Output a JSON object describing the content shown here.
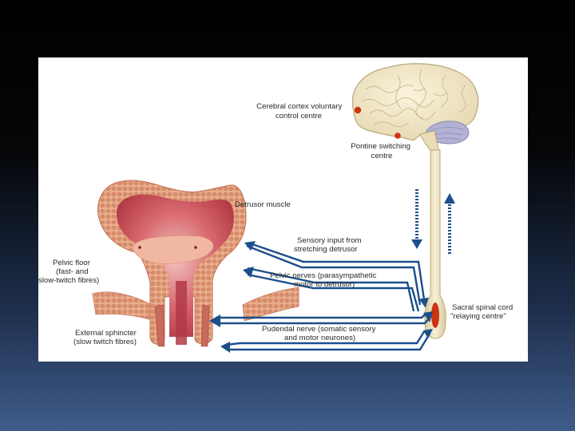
{
  "labels": {
    "cortex": [
      "Cerebral cortex voluntary",
      "control centre"
    ],
    "pontine": [
      "Pontine switching",
      "centre"
    ],
    "detrusor": "Detrusor muscle",
    "sensory": [
      "Sensory input from",
      "stretching detrusor"
    ],
    "pelvic_nerves": [
      "Pelvic nerves (parasympathetic",
      "motor to detrusor)"
    ],
    "pelvic_floor": [
      "Pelvic floor",
      "(fast- and",
      "slow-twitch fibres)"
    ],
    "sacral": [
      "Sacral spinal cord",
      "\"relaying centre\""
    ],
    "pudendal": [
      "Pudendal nerve (somatic sensory",
      "and motor neurones)"
    ],
    "sphincter": [
      "External sphincter",
      "(slow twitch fibres)"
    ]
  },
  "colors": {
    "arrow": "#1b4f8c",
    "brain": "#efe5c6",
    "cerebellum": "#b3b2d4",
    "spinal_cord": "#efe5c6",
    "centre_dot": "#cc3311",
    "bladder_wall": "#e2a37f",
    "bladder_lumen": "#c94a52",
    "pelvic_floor": "#e6b08e"
  }
}
